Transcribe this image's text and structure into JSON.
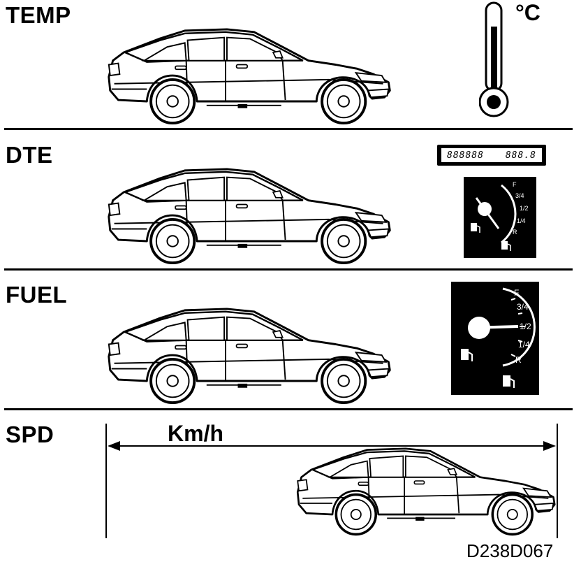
{
  "sections": {
    "temp": {
      "label": "TEMP",
      "unit": "°C"
    },
    "dte": {
      "label": "DTE",
      "display_left": "888888",
      "display_right": "888.8"
    },
    "fuel": {
      "label": "FUEL"
    },
    "spd": {
      "label": "SPD",
      "unit": "Km/h"
    }
  },
  "gauge_marks": {
    "full": "F",
    "three_quarter": "3/4",
    "half": "1/2",
    "quarter": "1/4",
    "reserve": "R"
  },
  "figure_code": "D238D067",
  "colors": {
    "ink": "#000000",
    "paper": "#ffffff"
  },
  "icons": [
    "thermometer-icon",
    "fuel-pump-icon",
    "car-illustration",
    "fuel-gauge-icon",
    "arrow-icon"
  ]
}
